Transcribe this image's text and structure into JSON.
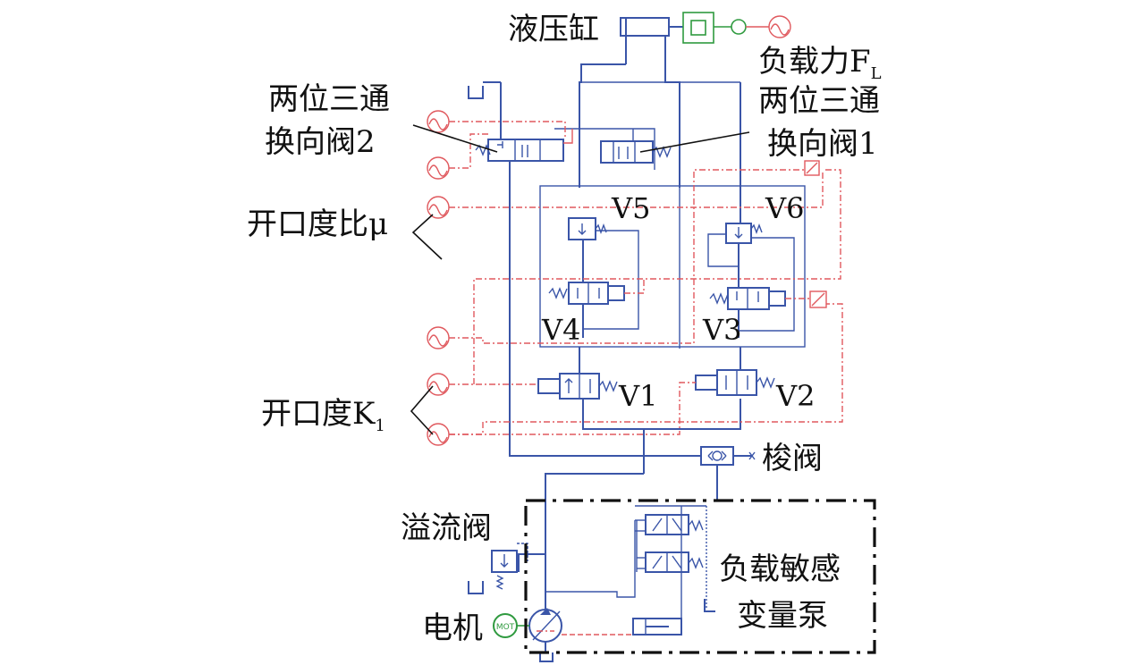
{
  "labels": {
    "cylinder": "液压缸",
    "load_force": "负载力F",
    "load_force_sub": "L",
    "valve2_line1": "两位三通",
    "valve2_line2": "换向阀2",
    "valve1_line1": "两位三通",
    "valve1_line2": "换向阀1",
    "opening_ratio": "开口度比μ",
    "opening_k": "开口度K",
    "opening_k_sub": "1",
    "v1": "V1",
    "v2": "V2",
    "v3": "V3",
    "v4": "V4",
    "v5": "V5",
    "v6": "V6",
    "shuttle": "梭阀",
    "relief": "溢流阀",
    "motor": "电机",
    "ls_pump_line1": "负载敏感",
    "ls_pump_line2": "变量泵",
    "motor_tag": "MOT"
  },
  "colors": {
    "hydraulic_line": "#3a55a8",
    "signal_line": "#e0595e",
    "mechanical": "#2f9a3f",
    "boundary": "#111111"
  },
  "icons": [
    "signal-source-icon",
    "valve-icon",
    "spring-icon",
    "tank-icon",
    "pump-icon",
    "motor-icon",
    "shuttle-valve-icon",
    "cylinder-icon",
    "relief-valve-icon"
  ]
}
